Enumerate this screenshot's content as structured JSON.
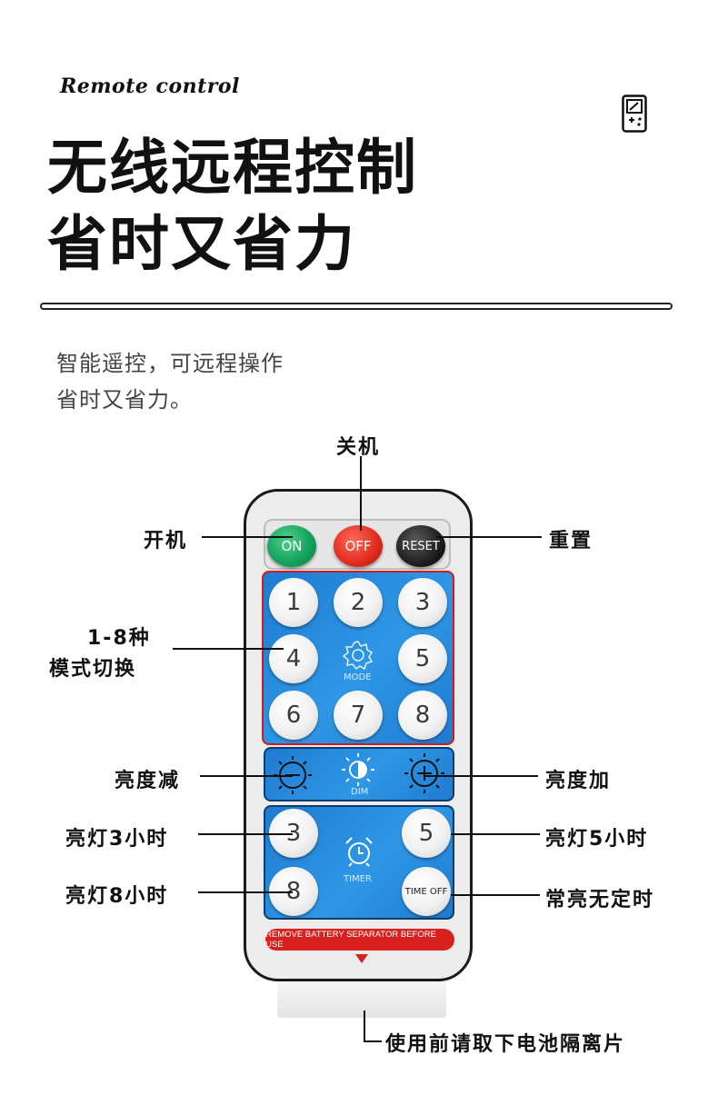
{
  "header": {
    "subtitle_en": "Remote control",
    "headline_line1": "无线远程控制",
    "headline_line2": "省时又省力",
    "desc_line1": "智能遥控，可远程操作",
    "desc_line2": "省时又省力。"
  },
  "remote": {
    "top_buttons": {
      "on": "ON",
      "off": "OFF",
      "reset": "RESET"
    },
    "mode_numbers": [
      "1",
      "2",
      "3",
      "4",
      "5",
      "6",
      "7",
      "8"
    ],
    "mode_label": "MODE",
    "dim_label": "DIM",
    "timer_3": "3",
    "timer_5": "5",
    "timer_8": "8",
    "timer_off": "TIME OFF",
    "timer_label": "TIMER",
    "warning": "REMOVE BATTERY SEPARATOR BEFORE USE"
  },
  "callouts": {
    "power_off": "关机",
    "power_on": "开机",
    "reset": "重置",
    "modes_line1": "1-8种",
    "modes_line2": "模式切换",
    "dim_down": "亮度减",
    "dim_up": "亮度加",
    "timer_3h": "亮灯3小时",
    "timer_5h": "亮灯5小时",
    "timer_8h": "亮灯8小时",
    "timer_off": "常亮无定时",
    "battery_tab": "使用前请取下电池隔离片"
  },
  "icons": [
    "phone-icon",
    "gear-icon",
    "brightness-icon",
    "minus-icon",
    "plus-icon",
    "alarm-clock-icon"
  ],
  "colors": {
    "on": "#13a05a",
    "off": "#e02a1d",
    "reset": "#1e1e1e",
    "panel_blue": "#2f97e6",
    "warning_red": "#d8201f"
  }
}
